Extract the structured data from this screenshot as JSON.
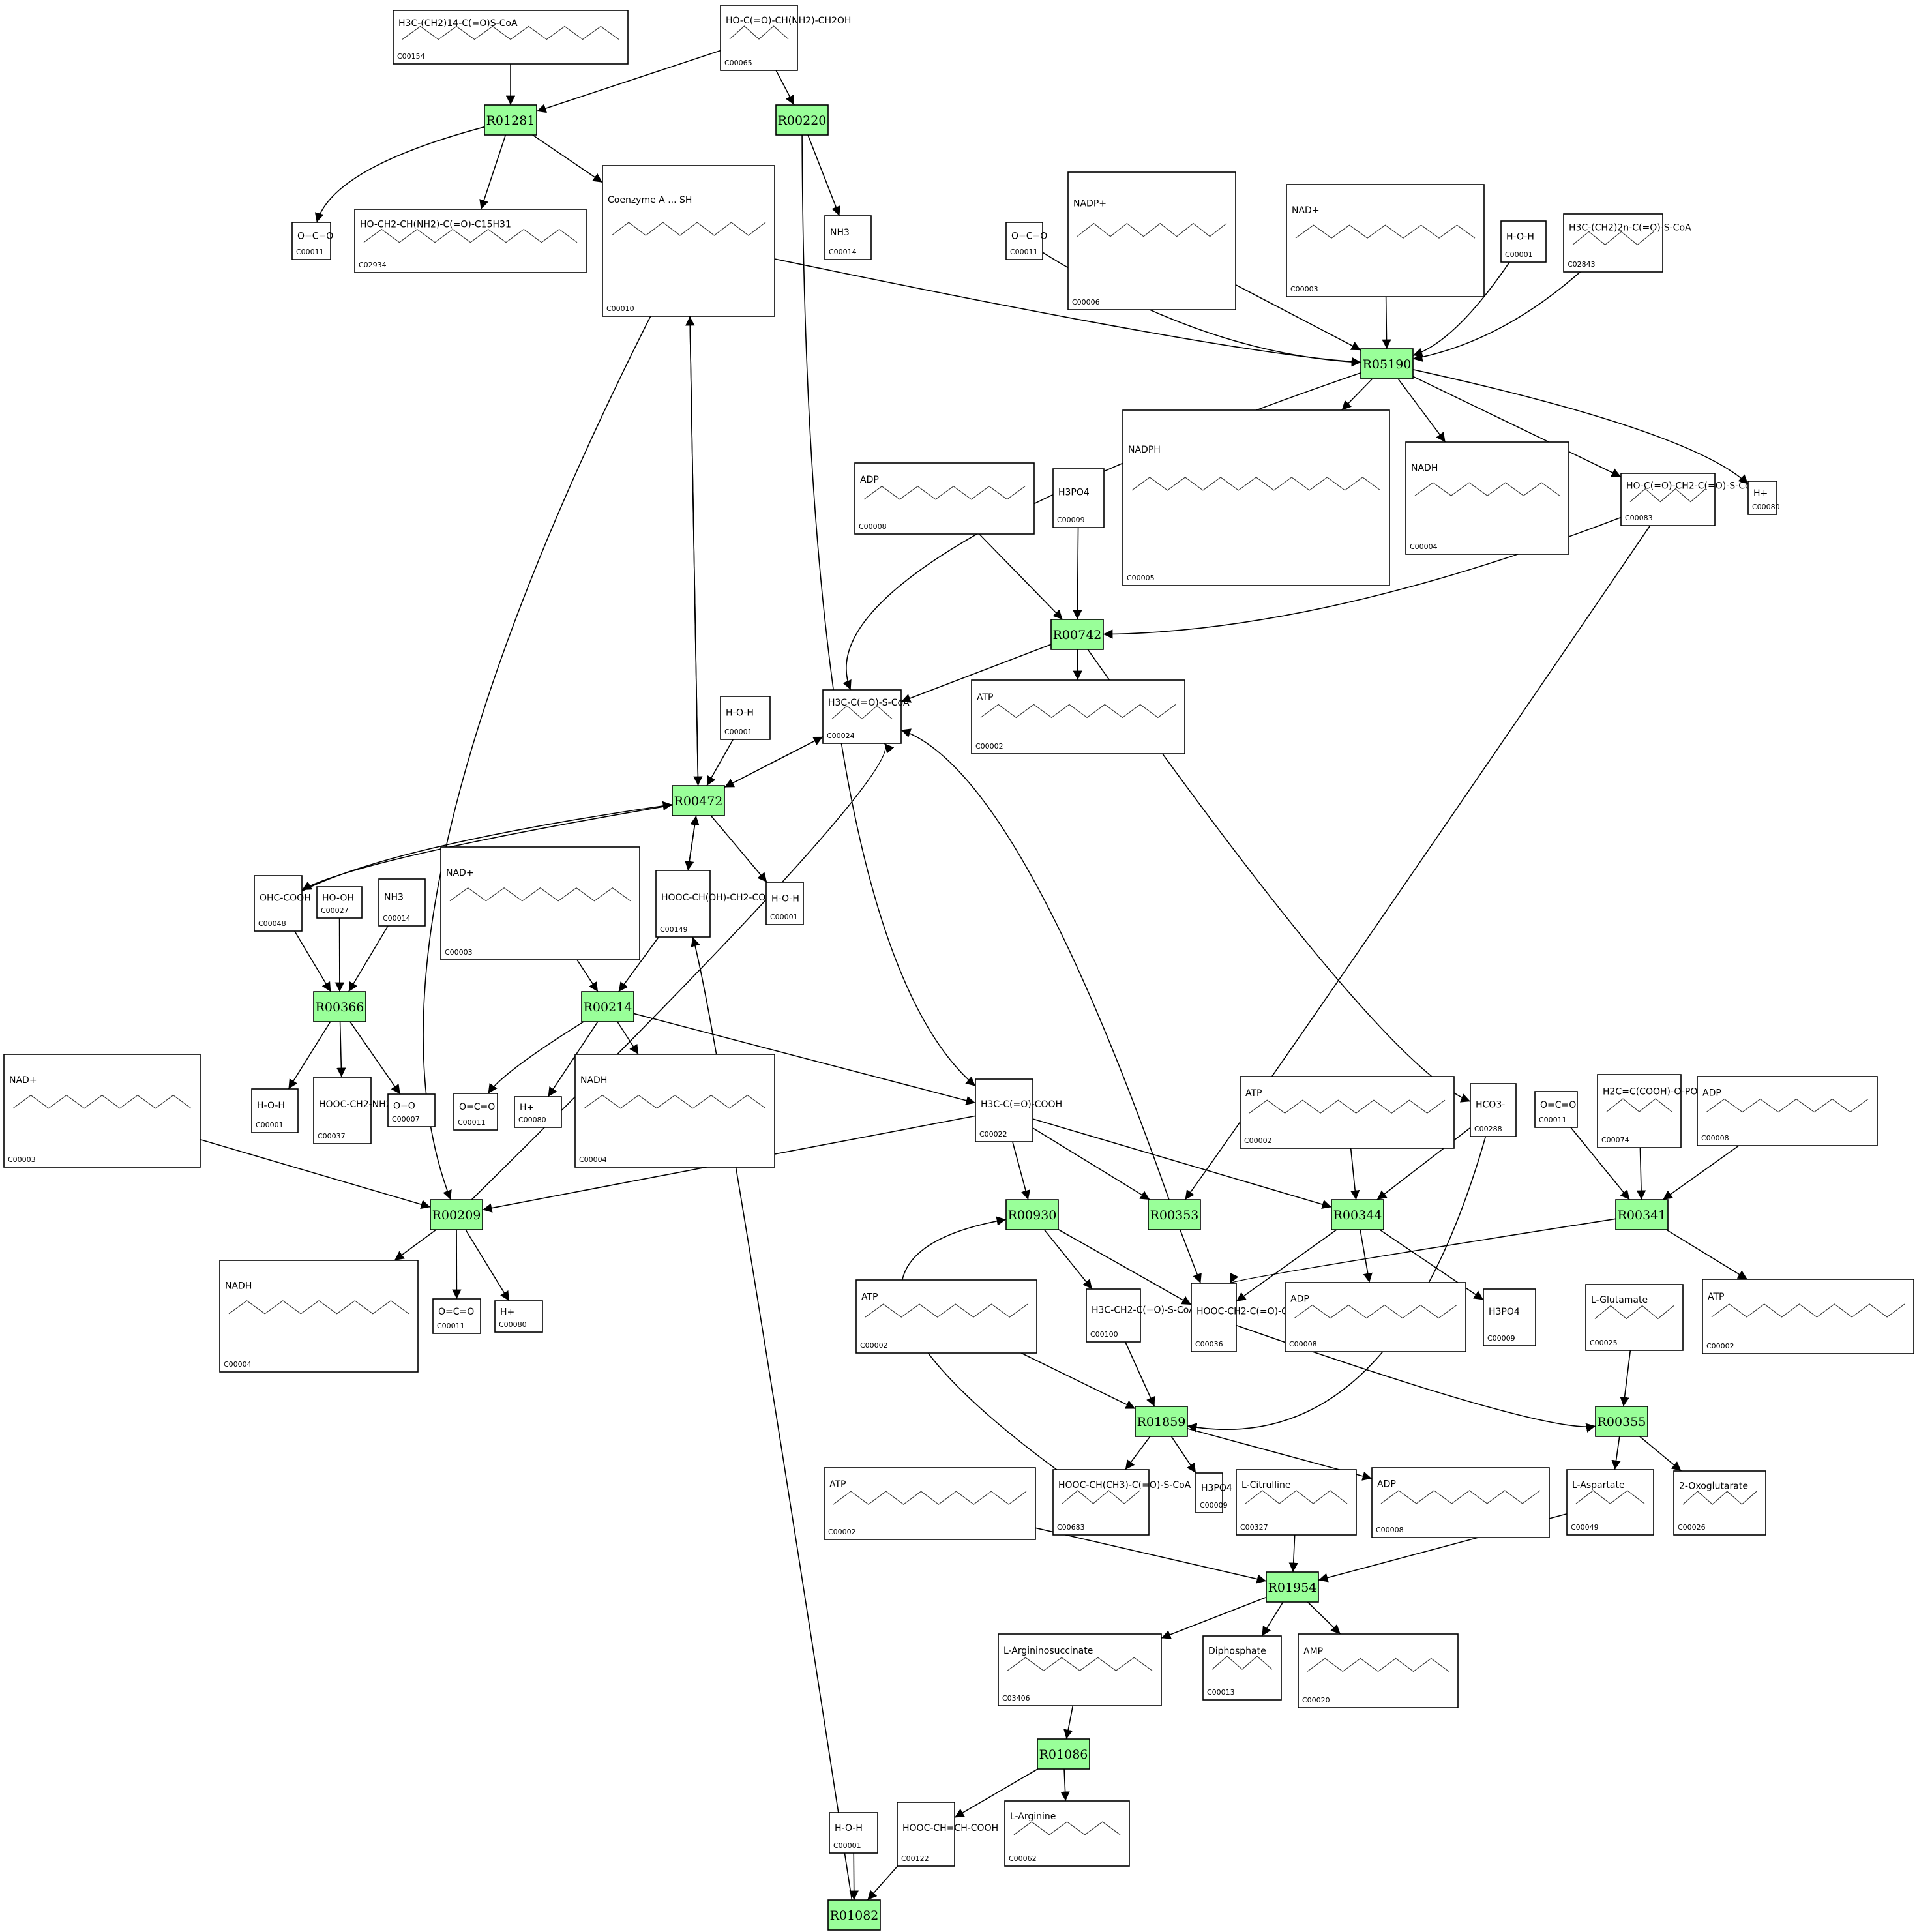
{
  "reactions": [
    {
      "id": "R01281",
      "label": "R01281"
    },
    {
      "id": "R00220",
      "label": "R00220"
    },
    {
      "id": "R05190",
      "label": "R05190"
    },
    {
      "id": "R00742",
      "label": "R00742"
    },
    {
      "id": "R00472",
      "label": "R00472"
    },
    {
      "id": "R00366",
      "label": "R00366"
    },
    {
      "id": "R00214",
      "label": "R00214"
    },
    {
      "id": "R00209",
      "label": "R00209"
    },
    {
      "id": "R00930",
      "label": "R00930"
    },
    {
      "id": "R00353",
      "label": "R00353"
    },
    {
      "id": "R00344",
      "label": "R00344"
    },
    {
      "id": "R00341",
      "label": "R00341"
    },
    {
      "id": "R01859",
      "label": "R01859"
    },
    {
      "id": "R00355",
      "label": "R00355"
    },
    {
      "id": "R01954",
      "label": "R01954"
    },
    {
      "id": "R01086",
      "label": "R01086"
    },
    {
      "id": "R01082",
      "label": "R01082"
    }
  ],
  "compounds": [
    {
      "id": "c1",
      "label": "C00154",
      "formula": "H3C-(CH2)14-C(=O)S-CoA"
    },
    {
      "id": "c2",
      "label": "C00065",
      "formula": "HO-C(=O)-CH(NH2)-CH2OH"
    },
    {
      "id": "c3",
      "label": "C00011",
      "formula": "O=C=O"
    },
    {
      "id": "c4",
      "label": "C02934",
      "formula": "HO-CH2-CH(NH2)-C(=O)-C15H31"
    },
    {
      "id": "c5",
      "label": "C00010",
      "formula": "Coenzyme A ... SH"
    },
    {
      "id": "c6",
      "label": "C00014",
      "formula": "NH3"
    },
    {
      "id": "c7",
      "label": "C00011",
      "formula": "O=C=O"
    },
    {
      "id": "c8",
      "label": "C00006",
      "formula": "NADP+"
    },
    {
      "id": "c9",
      "label": "C00003",
      "formula": "NAD+"
    },
    {
      "id": "c10",
      "label": "C00001",
      "formula": "H-O-H"
    },
    {
      "id": "c11",
      "label": "C02843",
      "formula": "H3C-(CH2)2n-C(=O)-S-CoA"
    },
    {
      "id": "c12",
      "label": "C00005",
      "formula": "NADPH"
    },
    {
      "id": "c13",
      "label": "C00004",
      "formula": "NADH"
    },
    {
      "id": "c14",
      "label": "C00083",
      "formula": "HO-C(=O)-CH2-C(=O)-S-CoA"
    },
    {
      "id": "c15",
      "label": "C00080",
      "formula": "H+"
    },
    {
      "id": "c16",
      "label": "C00008",
      "formula": "ADP"
    },
    {
      "id": "c17",
      "label": "C00009",
      "formula": "H3PO4"
    },
    {
      "id": "c18",
      "label": "C00024",
      "formula": "H3C-C(=O)-S-CoA"
    },
    {
      "id": "c19",
      "label": "C00002",
      "formula": "ATP"
    },
    {
      "id": "c20",
      "label": "C00001",
      "formula": "H-O-H"
    },
    {
      "id": "c21",
      "label": "C00048",
      "formula": "OHC-COOH"
    },
    {
      "id": "c22",
      "label": "C00027",
      "formula": "HO-OH"
    },
    {
      "id": "c23",
      "label": "C00014",
      "formula": "NH3"
    },
    {
      "id": "c24",
      "label": "C00003",
      "formula": "NAD+"
    },
    {
      "id": "c25",
      "label": "C00149",
      "formula": "HOOC-CH(OH)-CH2-COOH"
    },
    {
      "id": "c26",
      "label": "C00001",
      "formula": "H-O-H"
    },
    {
      "id": "c27",
      "label": "C00003",
      "formula": "NAD+"
    },
    {
      "id": "c28",
      "label": "C00001",
      "formula": "H-O-H"
    },
    {
      "id": "c29",
      "label": "C00037",
      "formula": "HOOC-CH2-NH2"
    },
    {
      "id": "c30",
      "label": "C00007",
      "formula": "O=O"
    },
    {
      "id": "c31",
      "label": "C00011",
      "formula": "O=C=O"
    },
    {
      "id": "c32",
      "label": "C00080",
      "formula": "H+"
    },
    {
      "id": "c33",
      "label": "C00004",
      "formula": "NADH"
    },
    {
      "id": "c34",
      "label": "C00022",
      "formula": "H3C-C(=O)-COOH"
    },
    {
      "id": "c35",
      "label": "C00002",
      "formula": "ATP"
    },
    {
      "id": "c36",
      "label": "C00288",
      "formula": "HCO3-"
    },
    {
      "id": "c37",
      "label": "C00011",
      "formula": "O=C=O"
    },
    {
      "id": "c38",
      "label": "C00074",
      "formula": "H2C=C(COOH)-O-PO3H2"
    },
    {
      "id": "c39",
      "label": "C00008",
      "formula": "ADP"
    },
    {
      "id": "c40",
      "label": "C00004",
      "formula": "NADH"
    },
    {
      "id": "c41",
      "label": "C00011",
      "formula": "O=C=O"
    },
    {
      "id": "c42",
      "label": "C00080",
      "formula": "H+"
    },
    {
      "id": "c43",
      "label": "C00002",
      "formula": "ATP"
    },
    {
      "id": "c44",
      "label": "C00100",
      "formula": "H3C-CH2-C(=O)-S-CoA"
    },
    {
      "id": "c45",
      "label": "C00036",
      "formula": "HOOC-CH2-C(=O)-COOH"
    },
    {
      "id": "c46",
      "label": "C00008",
      "formula": "ADP"
    },
    {
      "id": "c47",
      "label": "C00009",
      "formula": "H3PO4"
    },
    {
      "id": "c48",
      "label": "C00025",
      "formula": "L-Glutamate"
    },
    {
      "id": "c49",
      "label": "C00002",
      "formula": "ATP"
    },
    {
      "id": "c50",
      "label": "C00002",
      "formula": "ATP"
    },
    {
      "id": "c51",
      "label": "C00683",
      "formula": "HOOC-CH(CH3)-C(=O)-S-CoA"
    },
    {
      "id": "c52",
      "label": "C00009",
      "formula": "H3PO4"
    },
    {
      "id": "c53",
      "label": "C00327",
      "formula": "L-Citrulline"
    },
    {
      "id": "c54",
      "label": "C00008",
      "formula": "ADP"
    },
    {
      "id": "c55",
      "label": "C00049",
      "formula": "L-Aspartate"
    },
    {
      "id": "c56",
      "label": "C00026",
      "formula": "2-Oxoglutarate"
    },
    {
      "id": "c57",
      "label": "C03406",
      "formula": "L-Argininosuccinate"
    },
    {
      "id": "c58",
      "label": "C00013",
      "formula": "Diphosphate"
    },
    {
      "id": "c59",
      "label": "C00020",
      "formula": "AMP"
    },
    {
      "id": "c60",
      "label": "C00001",
      "formula": "H-O-H"
    },
    {
      "id": "c61",
      "label": "C00122",
      "formula": "HOOC-CH=CH-COOH"
    },
    {
      "id": "c62",
      "label": "C00062",
      "formula": "L-Arginine"
    }
  ]
}
